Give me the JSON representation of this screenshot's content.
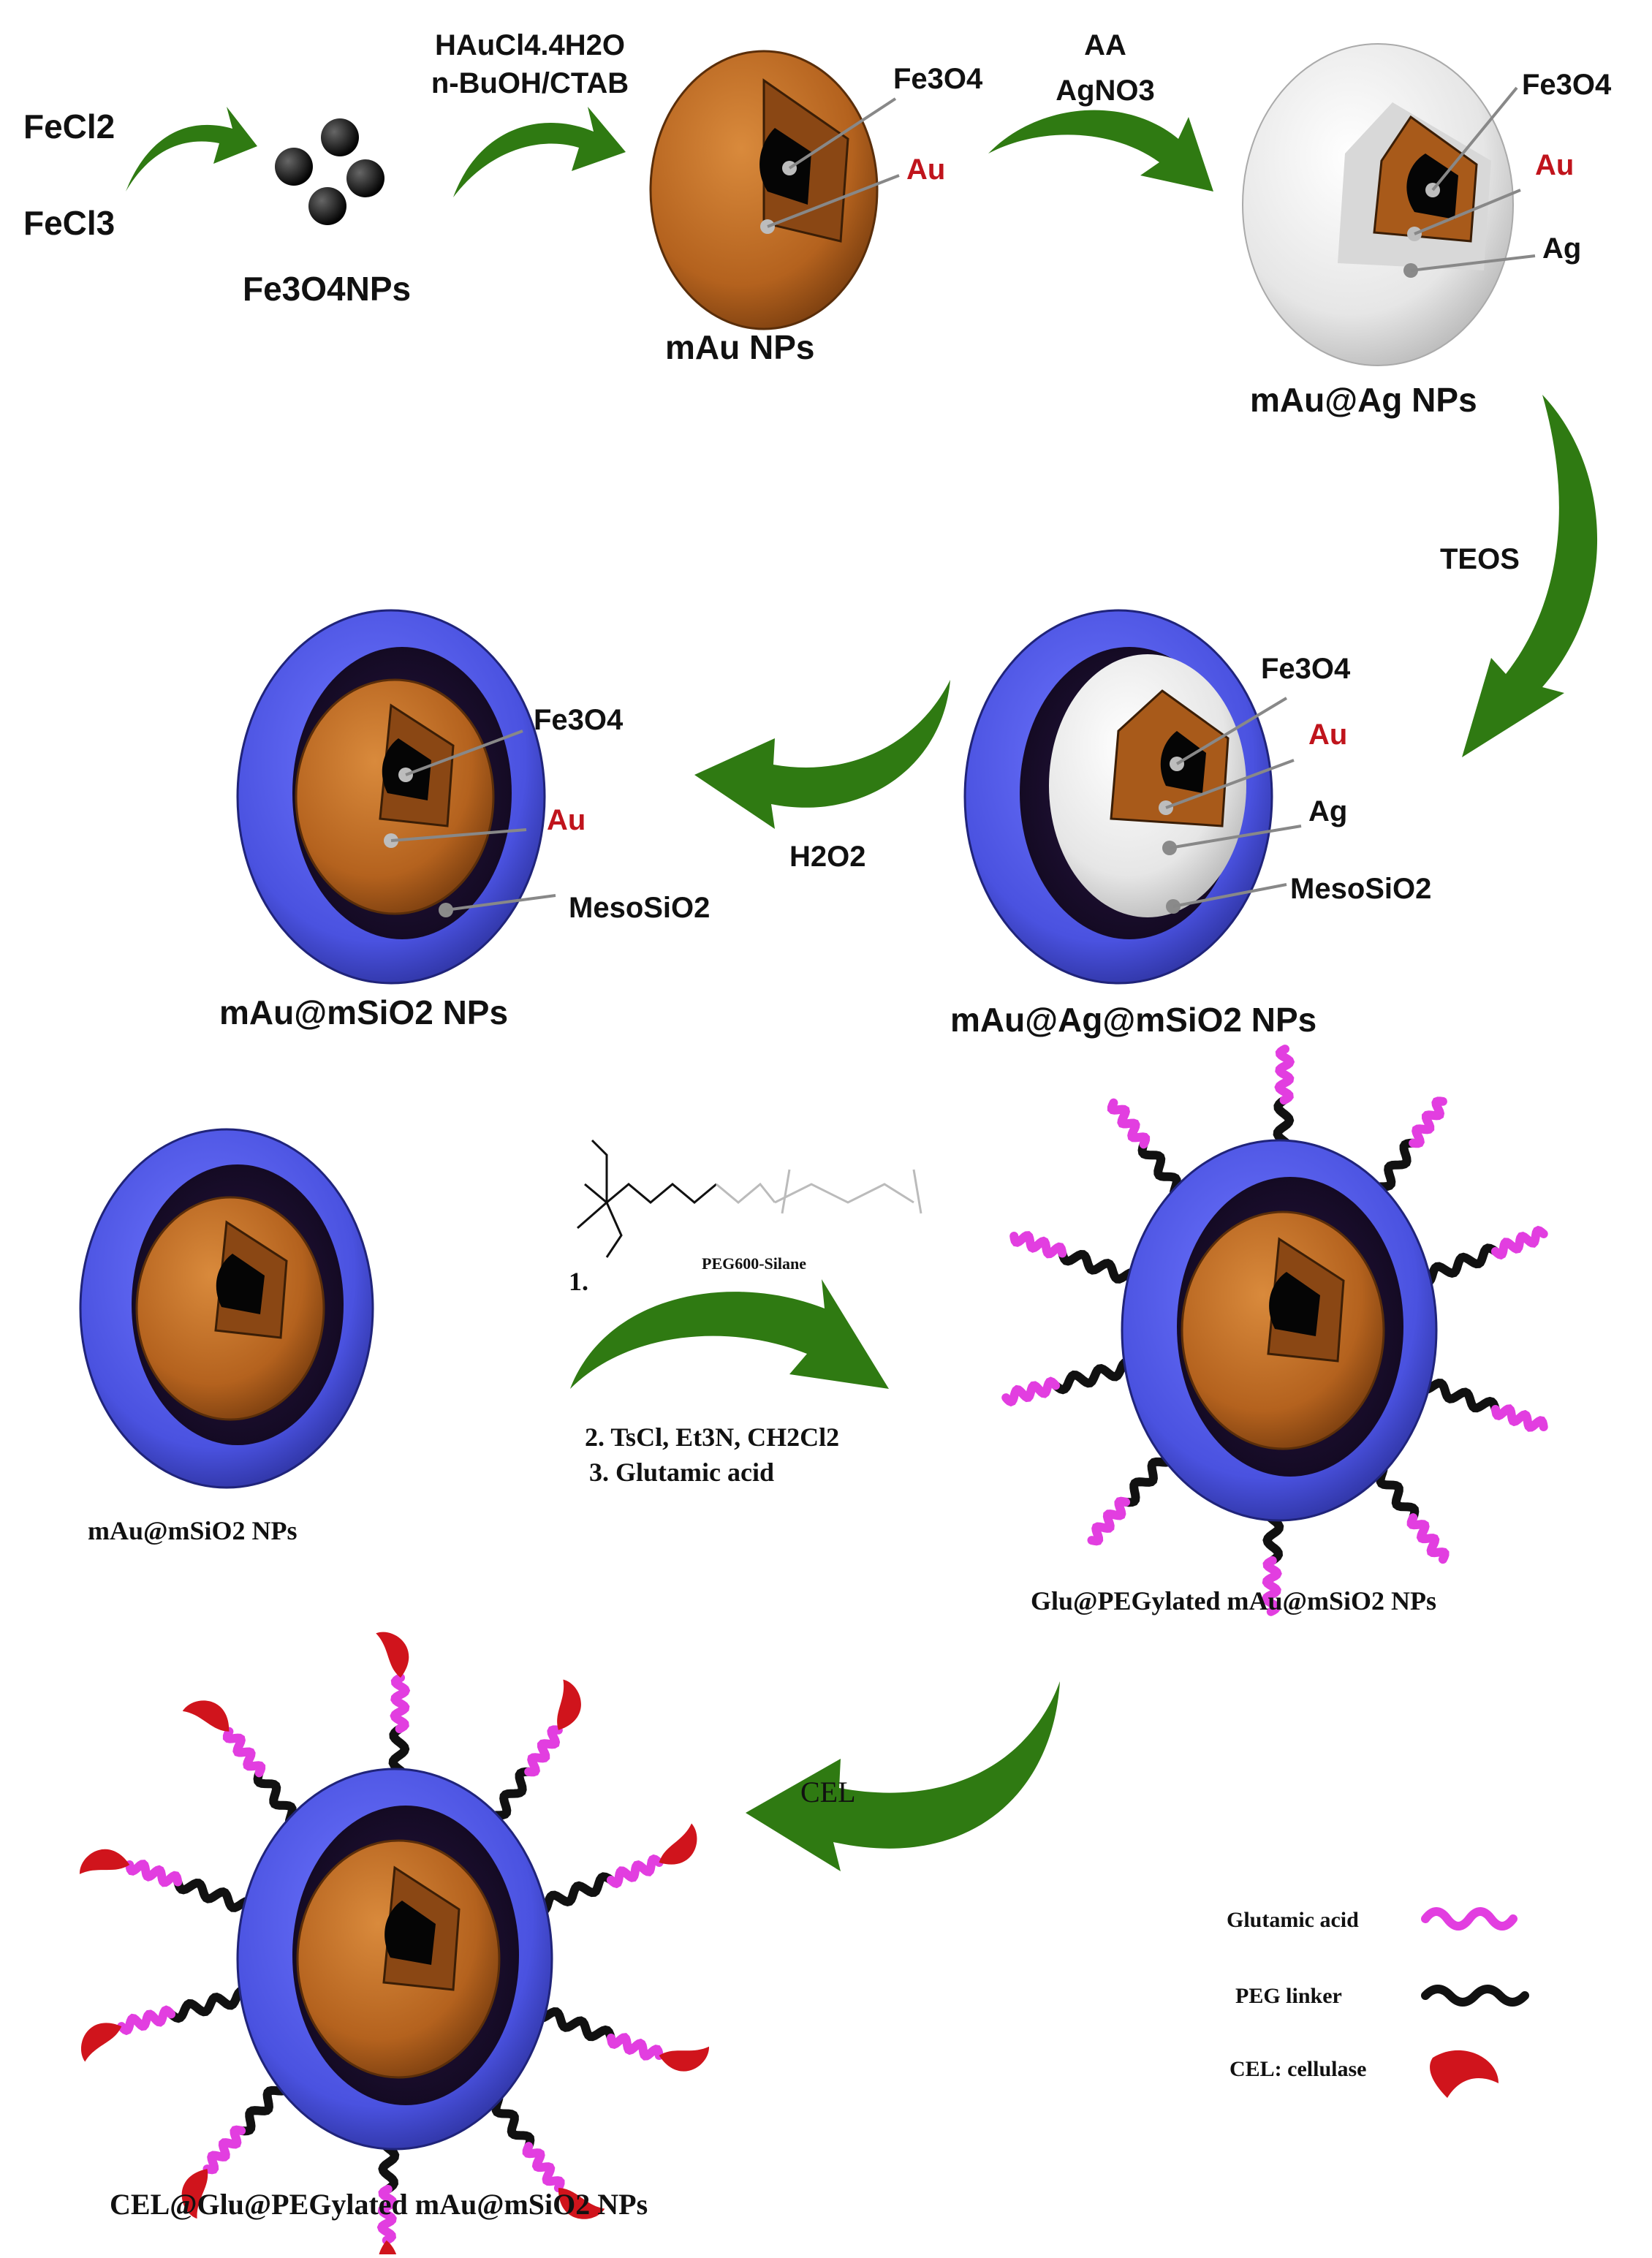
{
  "inputs": {
    "fecl2": "FeCl2",
    "fecl3": "FeCl3"
  },
  "reagents": {
    "step1_line1": "HAuCl4.4H2O",
    "step1_line2": "n-BuOH/CTAB",
    "step2_line1": "AA",
    "step2_line2": "AgNO3",
    "teos": "TEOS",
    "h2o2": "H2O2",
    "peg_step1": "1.",
    "peg_silane": "PEG600-Silane",
    "peg_step2": "2. TsCl, Et3N, CH2Cl2",
    "peg_step3": "3. Glutamic acid",
    "cel": "CEL"
  },
  "layers": {
    "fe3o4": "Fe3O4",
    "au": "Au",
    "ag": "Ag",
    "mesosio2": "MesoSiO2"
  },
  "products": {
    "fe3o4_nps": "Fe3O4NPs",
    "mau_nps": "mAu NPs",
    "mau_ag_nps": "mAu@Ag NPs",
    "mau_ag_msio2_nps": "mAu@Ag@mSiO2 NPs",
    "mau_msio2_nps": "mAu@mSiO2 NPs",
    "mau_msio2_nps_small": "mAu@mSiO2 NPs",
    "glu_peg_nps": "Glu@PEGylated mAu@mSiO2 NPs",
    "cel_glu_peg_nps": "CEL@Glu@PEGylated mAu@mSiO2 NPs"
  },
  "legend": {
    "glutamic_acid": "Glutamic acid",
    "peg_linker": "PEG linker",
    "cellulase": "CEL: cellulase"
  },
  "colors": {
    "arrow_green": "#2f7a12",
    "gold_core": "#b8651f",
    "silica_blue": "#4a52e0",
    "glutamic_magenta": "#e23ee0",
    "cellulase_red": "#d0141c",
    "label_red": "#c0141c"
  }
}
